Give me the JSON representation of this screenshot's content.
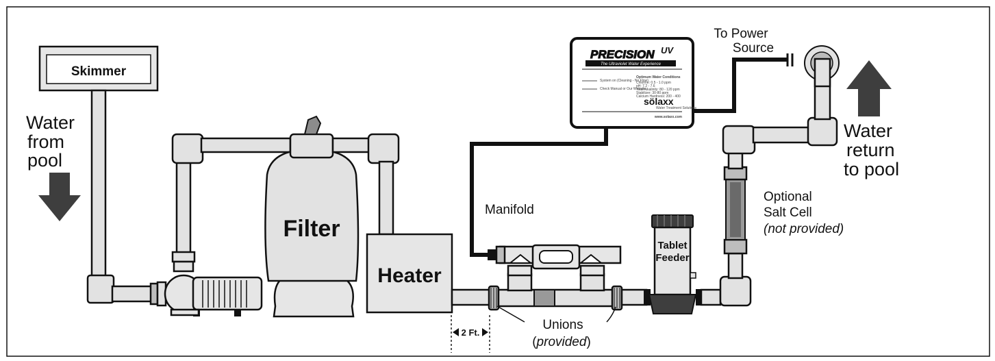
{
  "labels": {
    "skimmer": "Skimmer",
    "water_from_pool": [
      "Water",
      "from",
      "pool"
    ],
    "filter": "Filter",
    "heater": "Heater",
    "manifold": "Manifold",
    "tablet_feeder": [
      "Tablet",
      "Feeder"
    ],
    "to_power_source": [
      "To Power",
      "Source"
    ],
    "water_return": [
      "Water",
      "return",
      "to pool"
    ],
    "salt_cell": [
      "Optional",
      "Salt Cell"
    ],
    "salt_cell_note": "(not provided)",
    "unions": "Unions",
    "unions_note_open": "(",
    "unions_note": "provided",
    "unions_note_close": ")",
    "distance": "2 Ft."
  },
  "device": {
    "brand": "PRECISION",
    "brand_suffix": "UV",
    "tagline": "The Ultraviolet Water Experience",
    "maker": "sölaxx",
    "maker_sub": "Water Treatment Solutions",
    "website": "www.solaxx.com",
    "panel_heading": "Optimum Water Conditions",
    "left_notes": [
      "System on (Cleaning - No Flow)",
      "Check Manual or Our Website"
    ],
    "conditions": [
      "Chlorine: 0.5 - 1.0 ppm",
      "pH: 7.2 - 7.6",
      "Total Alkalinity: 80 - 120 ppm",
      "Stabilizer: 30-80 ppm",
      "Calcium Hardness: 200 - 400"
    ]
  },
  "colors": {
    "arrow": "#3e3e3e",
    "pipe": "#e2e2e2",
    "outline": "#111111"
  }
}
